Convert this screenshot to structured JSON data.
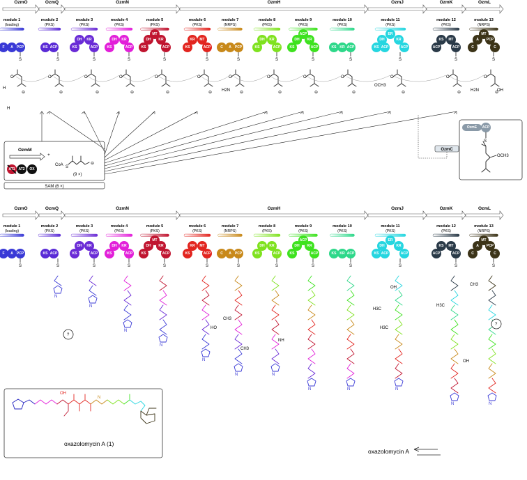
{
  "colors": {
    "m1": "#3a3ad6",
    "m2": "#5a2bd6",
    "m3": "#6a2bd6",
    "m4": "#e21fd9",
    "m5": "#c01530",
    "m6": "#e2251f",
    "m7": "#c8891a",
    "m8": "#7fe21f",
    "m9": "#3ee21f",
    "m10": "#2ed88a",
    "m11": "#26d6e0",
    "m12": "#2a3a48",
    "m13": "#3c3418",
    "ozmm": "#111111",
    "ozme": "#8a9aa8"
  },
  "genes": [
    {
      "label": "OzmO"
    },
    {
      "label": "OzmQ"
    },
    {
      "label": "OzmN"
    },
    {
      "label": "OzmH"
    },
    {
      "label": "OzmJ"
    },
    {
      "label": "OzmK"
    },
    {
      "label": "OzmL"
    }
  ],
  "modules": [
    {
      "title": "module 1",
      "type": "(loading)",
      "domains": [
        "F",
        "A",
        "PCP"
      ]
    },
    {
      "title": "module 2",
      "type": "(PKS)",
      "domains": [
        "KS",
        "ACP"
      ]
    },
    {
      "title": "module 3",
      "type": "(PKS)",
      "domains": [
        "KS",
        "DH",
        "KR",
        "ACP"
      ]
    },
    {
      "title": "module 4",
      "type": "(PKS)",
      "domains": [
        "KS",
        "DH",
        "KR",
        "ACP"
      ]
    },
    {
      "title": "module 5",
      "type": "(PKS)",
      "domains": [
        "KS",
        "DH",
        "MT",
        "KR",
        "ACP"
      ]
    },
    {
      "title": "module 6",
      "type": "(PKS)",
      "domains": [
        "KS",
        "KR",
        "MT",
        "ACP"
      ]
    },
    {
      "title": "module 7",
      "type": "(NRPS)",
      "domains": [
        "C",
        "A",
        "PCP"
      ]
    },
    {
      "title": "module 8",
      "type": "(PKS)",
      "domains": [
        "KS",
        "DH",
        "KR",
        "ACP"
      ]
    },
    {
      "title": "module 9",
      "type": "(PKS)",
      "domains": [
        "KS",
        "DH",
        "ACP",
        "KR",
        "ACP"
      ]
    },
    {
      "title": "module 10",
      "type": "(PKS)",
      "domains": [
        "KS",
        "KR",
        "ACP"
      ]
    },
    {
      "title": "module 11",
      "type": "(PKS)",
      "domains": [
        "KS",
        "ACP",
        "DH",
        "ER",
        "KR",
        "ACP"
      ]
    },
    {
      "title": "module 12",
      "type": "(PKS)",
      "domains": [
        "ACP",
        "KS",
        "MT",
        "ACP"
      ]
    },
    {
      "title": "module 13",
      "type": "(NRPS)",
      "domains": [
        "C",
        "A",
        "MT",
        "PCP",
        "C"
      ]
    }
  ],
  "labels": {
    "ozmm": "OzmM",
    "coa": "CoA",
    "s": "S",
    "plus": "+",
    "times": "(9 ×)",
    "at1": "AT1",
    "at2": "AT2",
    "ox": "OX",
    "sam": "SAM (6 ×)",
    "ozmc": "OzmC",
    "ozme": "OzmE",
    "acp": "ACP",
    "och3": "OCH3",
    "h2n": "H2N",
    "oh": "OH",
    "ho": "HO",
    "nh": "NH",
    "n": "N",
    "o": "O",
    "h": "H",
    "ch3": "CH3",
    "h3c": "H3C",
    "question": "?",
    "product": "oxazolomycin A (1)",
    "final": "oxazolomycin A"
  }
}
